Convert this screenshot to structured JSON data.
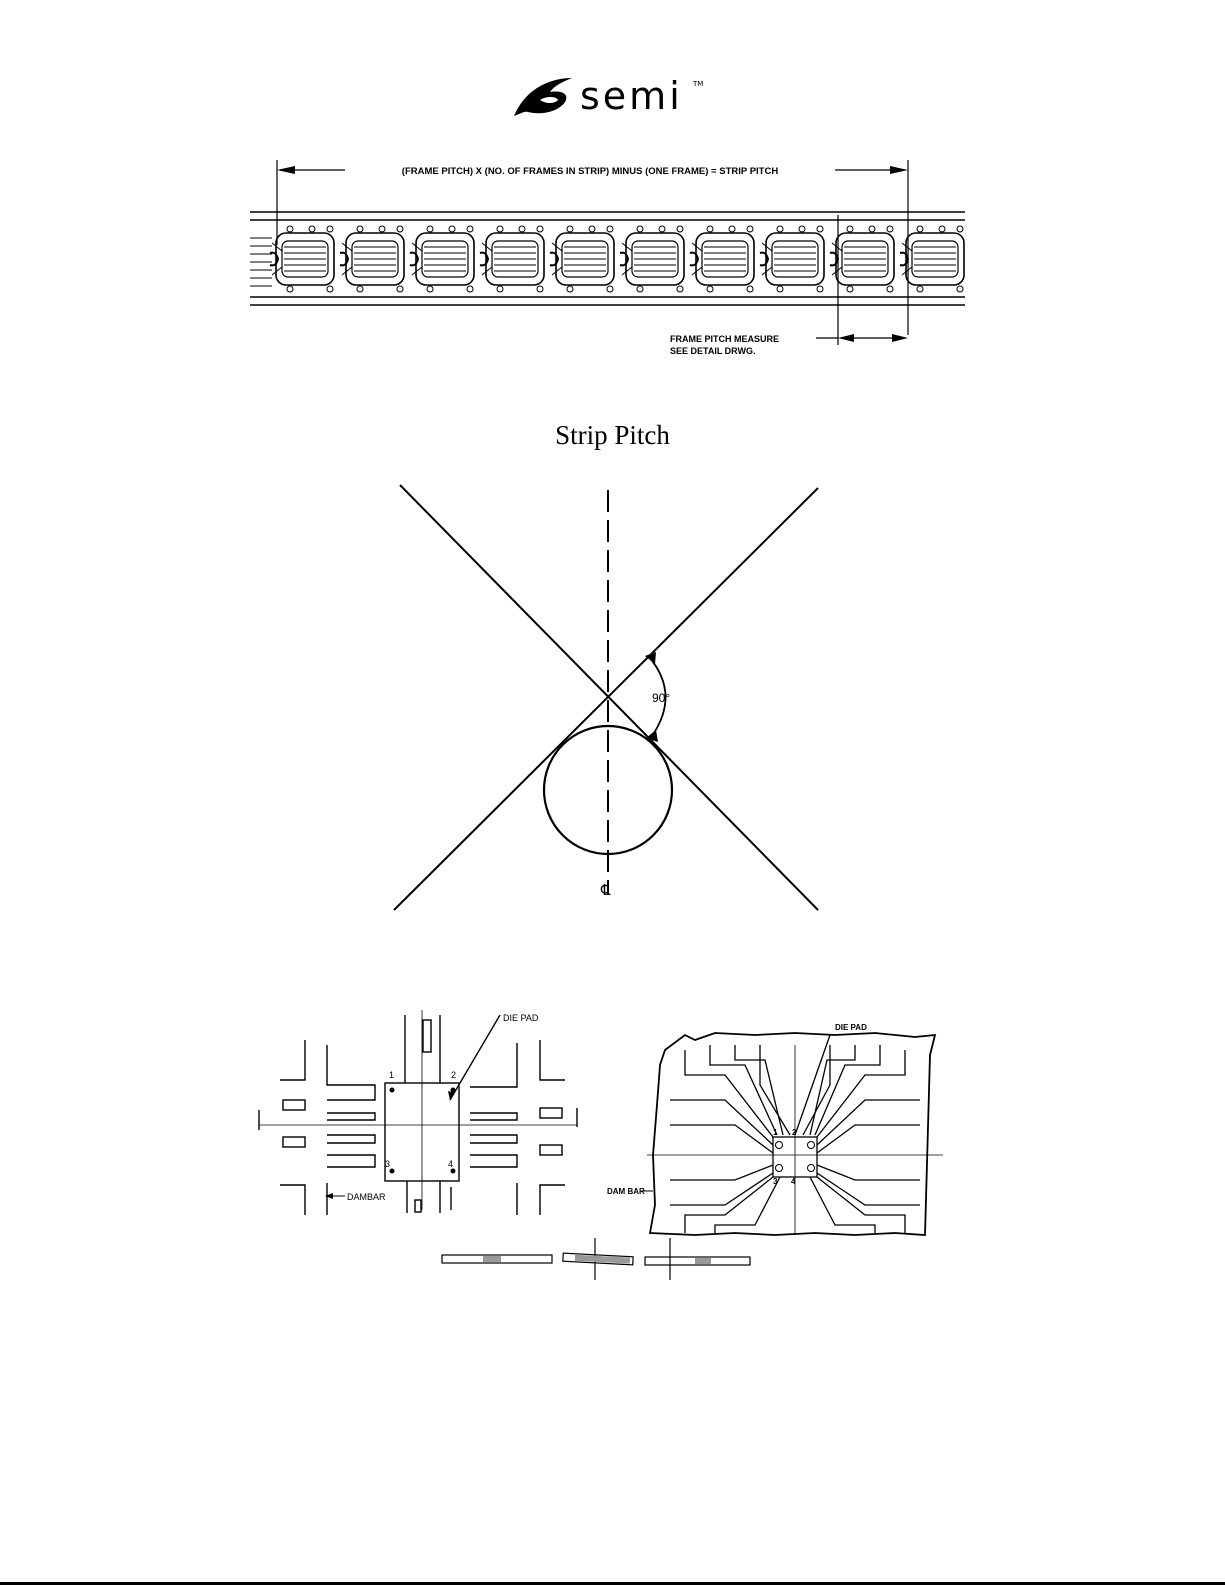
{
  "logo": {
    "wordmark": "semi",
    "tm": "TM"
  },
  "strip_figure": {
    "top_dimension_label": "(FRAME  PITCH) X (NO.  OF  FRAMES IN STRIP)  MINUS (ONE  FRAME) = STRIP  PITCH",
    "frame_pitch_label_line1": "FRAME  PITCH  MEASURE",
    "frame_pitch_label_line2": "SEE  DETAIL  DRWG."
  },
  "strip_caption": "Strip Pitch",
  "angle_figure": {
    "angle_label": "90°",
    "centerline_symbol": "℄"
  },
  "dambar_figure": {
    "left_die_pad_label": "DIE PAD",
    "left_dambar_label": "DAMBAR",
    "right_die_pad_label": "DIE PAD",
    "right_dam_bar_label": "DAM BAR",
    "corner_numbers": [
      "1",
      "2",
      "3",
      "4"
    ]
  }
}
